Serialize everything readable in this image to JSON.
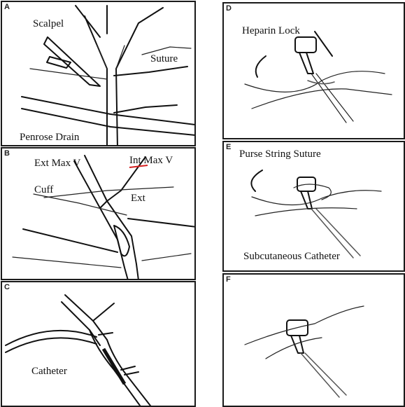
{
  "panels": [
    {
      "letter": "A",
      "labels": {
        "scalpel": "Scalpel",
        "suture": "Suture",
        "drain": "Penrose Drain"
      }
    },
    {
      "letter": "B",
      "labels": {
        "ext_max": "Ext Max V",
        "int_max": "Int Max V",
        "cuff": "Cuff",
        "ext": "Ext"
      }
    },
    {
      "letter": "C",
      "labels": {
        "catheter": "Catheter"
      }
    },
    {
      "letter": "D",
      "labels": {
        "heparin": "Heparin Lock"
      }
    },
    {
      "letter": "E",
      "labels": {
        "purse": "Purse String Suture",
        "subq": "Subcutaneous Catheter"
      }
    },
    {
      "letter": "F",
      "labels": {}
    }
  ],
  "colors": {
    "highlight": "#d42020"
  }
}
